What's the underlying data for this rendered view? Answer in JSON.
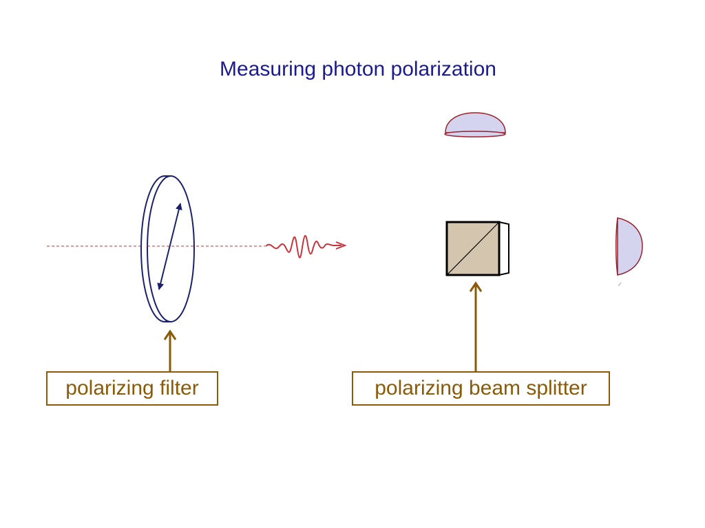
{
  "title": "Measuring photon polarization",
  "labels": {
    "filter": "polarizing filter",
    "beam_splitter": "polarizing beam splitter"
  },
  "icons": {
    "filter": "polarizing-filter-disc-icon",
    "photon": "photon-wave-packet-icon",
    "splitter": "beam-splitter-cube-icon",
    "detector_top": "detector-dome-icon",
    "detector_right": "detector-dome-icon"
  },
  "colors": {
    "title": "#1b1b8f",
    "label": "#8a5a06",
    "filter_outline": "#1a1f6e",
    "beam": "#c8323a",
    "detector_fill": "#d4d4ef",
    "detector_outline": "#9a1f2a",
    "cube_fill": "#d3c5ae"
  }
}
